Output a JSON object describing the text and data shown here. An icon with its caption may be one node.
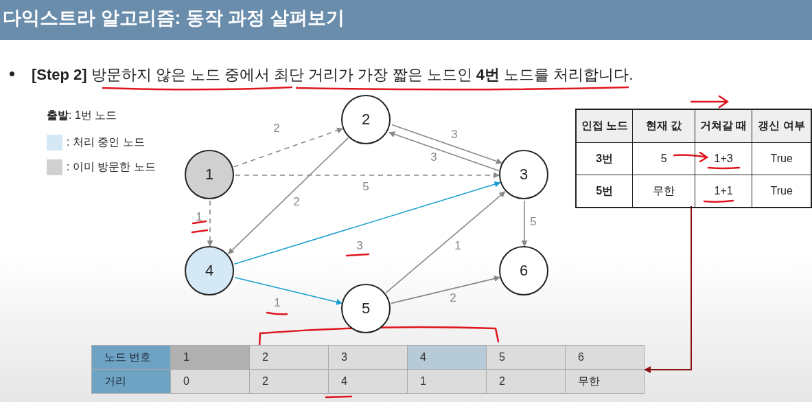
{
  "diagram": {
    "title": "다익스트라 알고리즘: 동작 과정 살펴보기",
    "nodes": [
      {
        "text": [
          "1"
        ]
      },
      {
        "text": [
          "2"
        ]
      },
      {
        "text": [
          "3"
        ]
      },
      {
        "text": [
          "4"
        ]
      },
      {
        "text": [
          "5"
        ]
      },
      {
        "text": [
          "6"
        ]
      }
    ],
    "edges": [
      {
        "from": 0,
        "to": 1,
        "arrow": "to",
        "label": "2",
        "style": "dashed"
      },
      {
        "from": 0,
        "to": 2,
        "arrow": "to",
        "label": "5",
        "style": "dashed"
      },
      {
        "from": 0,
        "to": 3,
        "arrow": "to",
        "label": "1",
        "style": "dashed"
      },
      {
        "from": 1,
        "to": 2,
        "arrow": "to",
        "label": "3"
      },
      {
        "from": 2,
        "to": 1,
        "arrow": "to",
        "label": "3"
      },
      {
        "from": 1,
        "to": 3,
        "arrow": "to",
        "label": "2"
      },
      {
        "from": 3,
        "to": 2,
        "arrow": "to",
        "label": "3",
        "color": "#1a9fd0"
      },
      {
        "from": 3,
        "to": 4,
        "arrow": "to",
        "label": "1",
        "color": "#1a9fd0"
      },
      {
        "from": 4,
        "to": 2,
        "arrow": "to",
        "label": "1"
      },
      {
        "from": 4,
        "to": 5,
        "arrow": "to",
        "label": "2"
      },
      {
        "from": 2,
        "to": 5,
        "arrow": "to",
        "label": "5"
      }
    ],
    "labels": [
      "**[Step 2]** 방문하지 않은 노드 중에서 최단 거리가 가장 짧은 노드인 **4번** 노드를 처리합니다.",
      "**출발**: 1번 노드",
      "인접 노드",
      "현재 값",
      "거쳐갈 때",
      "갱신 여부",
      "3번",
      "5",
      "1+3",
      "True",
      "5번",
      "무한",
      "1+1",
      "True",
      "노드 번호",
      "1",
      "2",
      "3",
      "4",
      "5",
      "6",
      "거리",
      "0",
      "2",
      "4",
      "1",
      "2",
      "무한"
    ],
    "legend": [
      {
        "text": ": 처리 중인 노드",
        "color": "#d4e9f5"
      },
      {
        "text": ": 이미 방문한 노드",
        "color": "#d0d0d0"
      }
    ]
  }
}
